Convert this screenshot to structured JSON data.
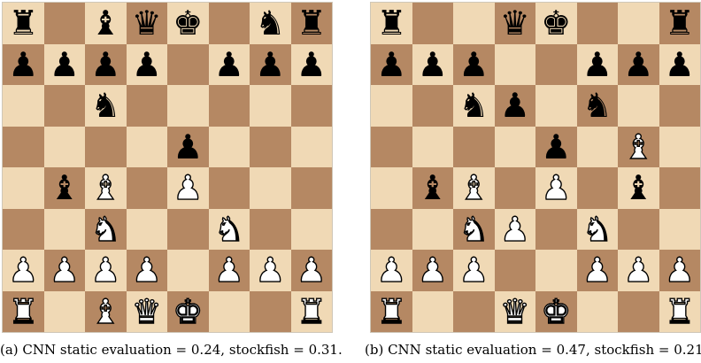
{
  "colors": {
    "light_square": "#f0d9b5",
    "dark_square": "#b58863"
  },
  "boards": [
    {
      "id": "a",
      "caption_prefix": "(a) CNN static evaluation = ",
      "cnn_value": "0.24",
      "caption_mid": ", stockfish = ",
      "stockfish_value": "0.31",
      "caption_suffix": ".",
      "rows": [
        "r.bqk.nr",
        "pppp.ppp",
        "..n.....",
        "....p...",
        ".bB.P...",
        "..N..N..",
        "PPPP.PPP",
        "R.BQK..R"
      ]
    },
    {
      "id": "b",
      "caption_prefix": "(b) CNN static evaluation = ",
      "cnn_value": "0.47",
      "caption_mid": ", stockfish = ",
      "stockfish_value": "0.21",
      "caption_suffix": ".",
      "rows": [
        "r..qk..r",
        "ppp..ppp",
        "..np.n..",
        "....p.B.",
        ".bB.P.b.",
        "..NP.N..",
        "PPP..PPP",
        "R..QK..R"
      ]
    }
  ],
  "piece_glyphs": {
    "k": "♚",
    "q": "♛",
    "r": "♜",
    "b": "♝",
    "n": "♞",
    "p": "♟",
    "K": "♚",
    "Q": "♛",
    "R": "♜",
    "B": "♝",
    "N": "♞",
    "P": "♟"
  },
  "piece_names": {
    "k": "king",
    "q": "queen",
    "r": "rook",
    "b": "bishop",
    "n": "knight",
    "p": "pawn"
  }
}
